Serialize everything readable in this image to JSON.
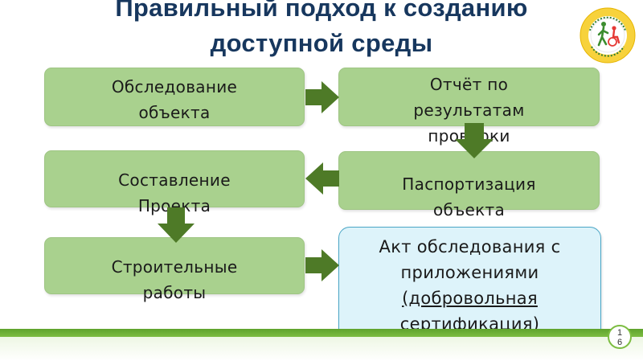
{
  "title": {
    "line1": "Правильный подход к созданию",
    "line2": "доступной среды"
  },
  "logo": {
    "icon": "accessibility-logo",
    "top_text": "ДОСТУПНЫЙ МИР",
    "bottom_text": "• ОДНО НА ВСЕХ •"
  },
  "boxes": {
    "survey": {
      "line1": "Обследование",
      "line2": "объекта"
    },
    "report": {
      "line1": "Отчёт по",
      "line2": "результатам",
      "line3": "проверки"
    },
    "passport": {
      "line1": "Паспортизация",
      "line2": "объекта"
    },
    "project": {
      "line1": "Составление",
      "line2": "Проекта"
    },
    "construction": {
      "line1": "Строительные",
      "line2": "работы"
    },
    "act": {
      "line1": "Акт обследования с",
      "line2": "приложениями",
      "line3": "(добровольная",
      "line4": "сертификация)"
    }
  },
  "page_number": {
    "digit1": "1",
    "digit2": "6"
  },
  "colors": {
    "title": "#17375e",
    "box_green": "#a9d18e",
    "box_blue": "#ddf3fa",
    "arrow": "#4e7a27",
    "floor_green": "#5fa32c"
  }
}
